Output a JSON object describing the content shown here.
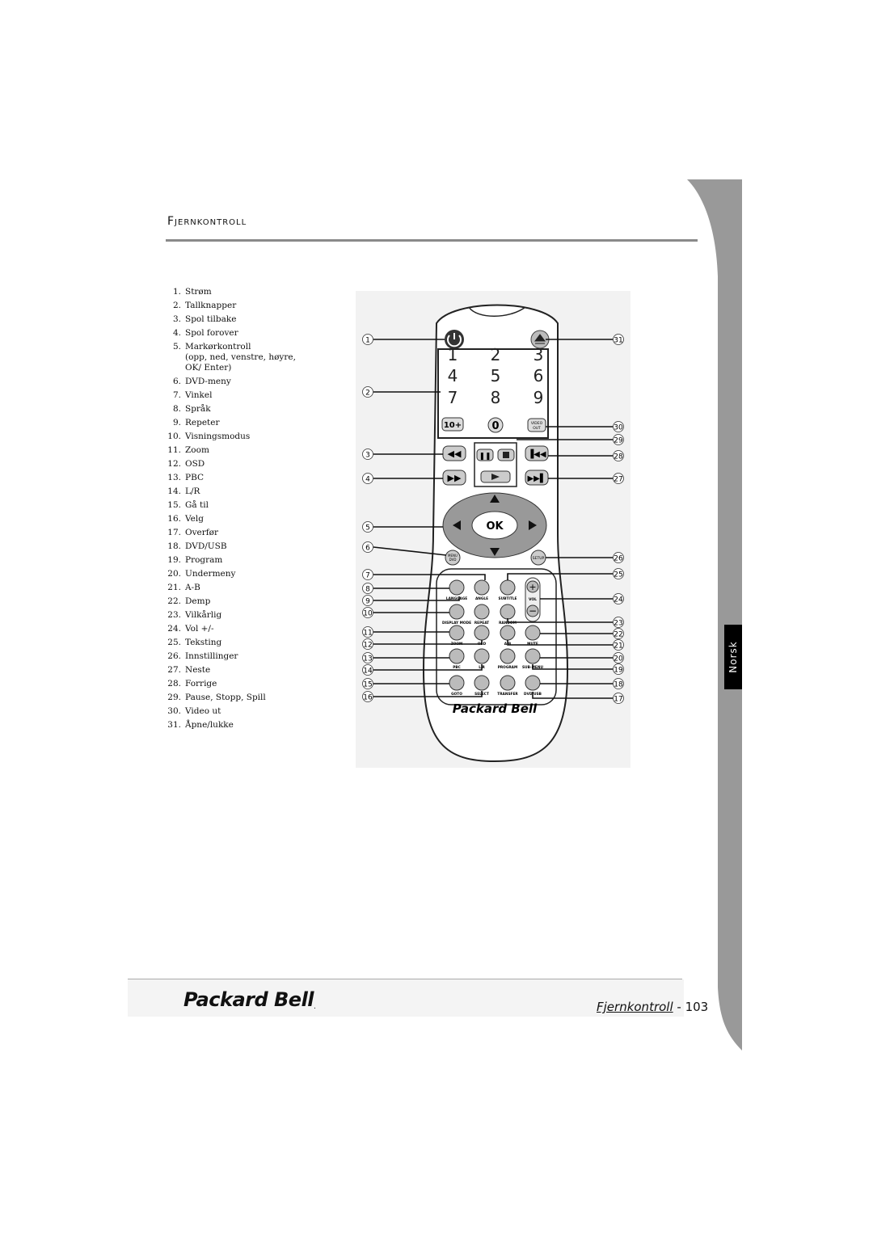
{
  "header": {
    "title": "Fjernkontroll"
  },
  "side_tab": {
    "language": "Norsk"
  },
  "legend": [
    {
      "num": "1.",
      "label": "Strøm"
    },
    {
      "num": "2.",
      "label": "Tallknapper"
    },
    {
      "num": "3.",
      "label": "Spol tilbake"
    },
    {
      "num": "4.",
      "label": "Spol forover"
    },
    {
      "num": "5.",
      "label": "Markørkontroll",
      "sub": "(opp, ned, venstre, høyre, OK/ Enter)"
    },
    {
      "num": "6.",
      "label": "DVD-meny"
    },
    {
      "num": "7.",
      "label": "Vinkel"
    },
    {
      "num": "8.",
      "label": "Språk"
    },
    {
      "num": "9.",
      "label": "Repeter"
    },
    {
      "num": "10.",
      "label": "Visningsmodus"
    },
    {
      "num": "11.",
      "label": "Zoom"
    },
    {
      "num": "12.",
      "label": "OSD"
    },
    {
      "num": "13.",
      "label": "PBC"
    },
    {
      "num": "14.",
      "label": "L/R"
    },
    {
      "num": "15.",
      "label": "Gå til"
    },
    {
      "num": "16.",
      "label": "Velg"
    },
    {
      "num": "17.",
      "label": "Overfør"
    },
    {
      "num": "18.",
      "label": "DVD/USB"
    },
    {
      "num": "19.",
      "label": "Program"
    },
    {
      "num": "20.",
      "label": "Undermeny"
    },
    {
      "num": "21.",
      "label": "A-B"
    },
    {
      "num": "22.",
      "label": "Demp"
    },
    {
      "num": "23.",
      "label": "Vilkårlig"
    },
    {
      "num": "24.",
      "label": "Vol +/-"
    },
    {
      "num": "25.",
      "label": "Teksting"
    },
    {
      "num": "26.",
      "label": "Innstillinger"
    },
    {
      "num": "27.",
      "label": "Neste"
    },
    {
      "num": "28.",
      "label": "Forrige"
    },
    {
      "num": "29.",
      "label": "Pause, Stopp, Spill"
    },
    {
      "num": "30.",
      "label": "Video ut"
    },
    {
      "num": "31.",
      "label": "Åpne/lukke"
    }
  ],
  "remote": {
    "brand": "Packard Bell",
    "digits": [
      "1",
      "2",
      "3",
      "4",
      "5",
      "6",
      "7",
      "8",
      "9"
    ],
    "ten_plus": "10+",
    "zero": "0",
    "video_out": [
      "VIDEO",
      "OUT"
    ],
    "ok": "OK",
    "menu_dvd": [
      "MENU",
      "DVD"
    ],
    "setup": "SETUP",
    "vol": "VOL",
    "button_labels": [
      [
        "LANGUAGE",
        "ANGLE",
        "SUBTITLE"
      ],
      [
        "DISPLAY MODE",
        "REPEAT",
        "RANDOM"
      ],
      [
        "ZOOM",
        "OSD",
        "A-B",
        "MUTE"
      ],
      [
        "PBC",
        "L/R",
        "PROGRAM",
        "SUB-MENU"
      ],
      [
        "GOTO",
        "SELECT",
        "TRANSFER",
        "DVD/USB"
      ]
    ],
    "callouts_left": [
      "1",
      "2",
      "3",
      "4",
      "5",
      "6",
      "7",
      "8",
      "9",
      "10",
      "11",
      "12",
      "13",
      "14",
      "15",
      "16"
    ],
    "callouts_right": [
      "31",
      "30",
      "29",
      "28",
      "27",
      "26",
      "25",
      "24",
      "23",
      "22",
      "21",
      "20",
      "19",
      "18",
      "17"
    ]
  },
  "footer": {
    "brand": "Packard Bell",
    "section": "Fjernkontroll",
    "separator": " - ",
    "page": "103"
  }
}
